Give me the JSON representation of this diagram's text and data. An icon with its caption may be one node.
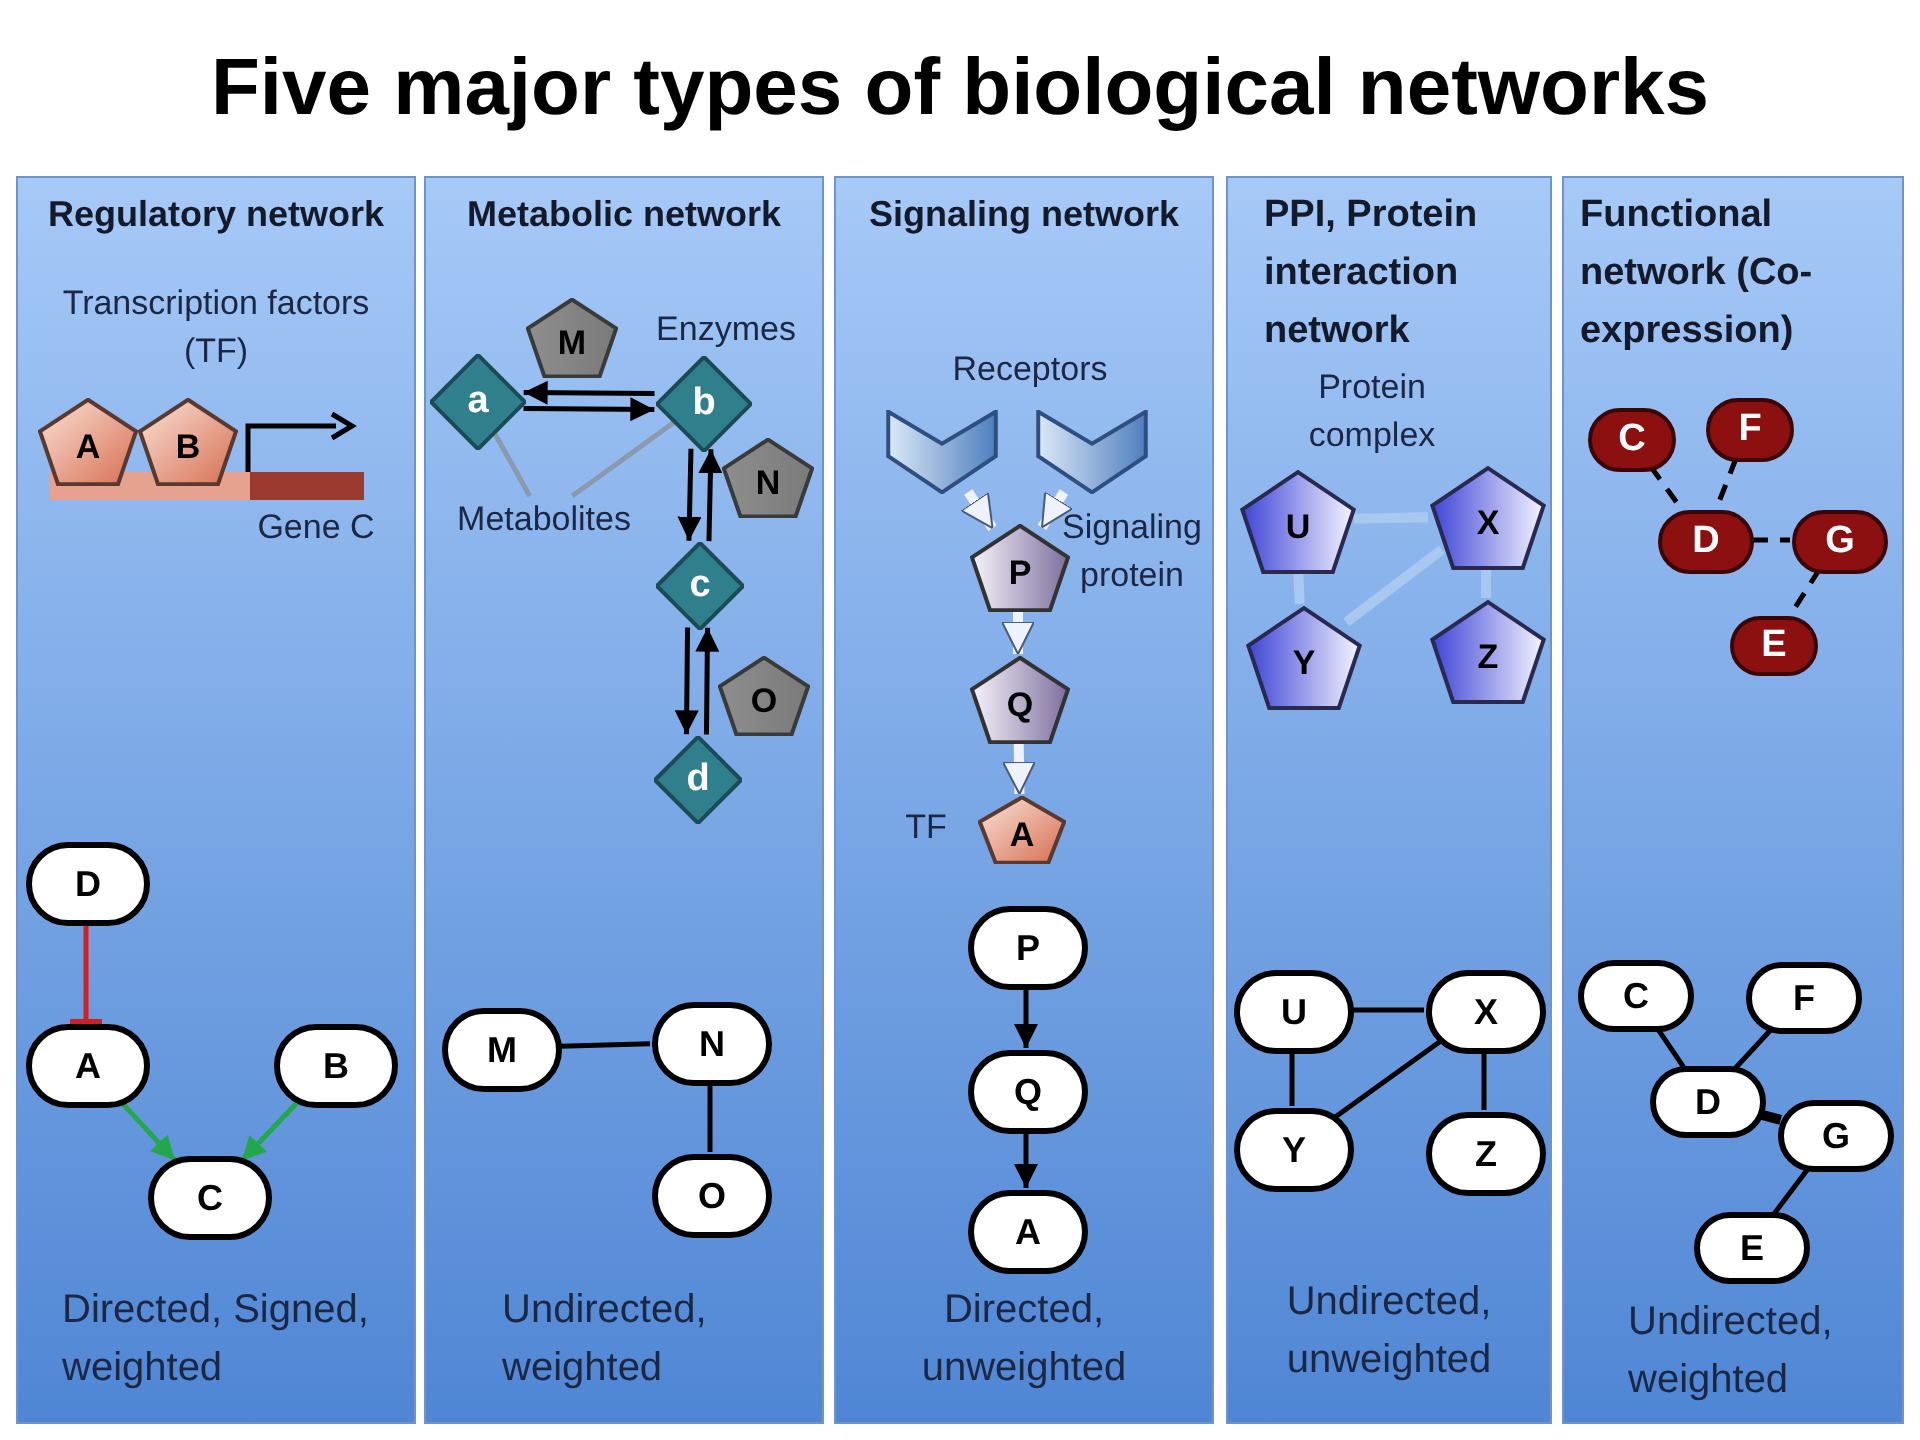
{
  "diagram": {
    "title": "Five major types of biological networks",
    "nodes": [
      {
        "text": [
          "Regulatory network",
          "Directed, Signed, weighted"
        ]
      },
      {
        "text": [
          "A"
        ],
        "in": 0
      },
      {
        "text": [
          "B"
        ],
        "in": 0
      },
      {
        "text": [
          "D"
        ],
        "in": 0
      },
      {
        "text": [
          "A"
        ],
        "in": 0
      },
      {
        "text": [
          "B"
        ],
        "in": 0
      },
      {
        "text": [
          "C"
        ],
        "in": 0
      },
      {
        "text": [
          "Metabolic network",
          "Undirected, weighted"
        ]
      },
      {
        "text": [
          "a"
        ],
        "in": 7
      },
      {
        "text": [
          "M"
        ],
        "in": 7
      },
      {
        "text": [
          "b"
        ],
        "in": 7
      },
      {
        "text": [
          "N"
        ],
        "in": 7
      },
      {
        "text": [
          "c"
        ],
        "in": 7
      },
      {
        "text": [
          "O"
        ],
        "in": 7
      },
      {
        "text": [
          "d"
        ],
        "in": 7
      },
      {
        "text": [
          "Metabolites"
        ],
        "in": 7
      },
      {
        "text": [
          "M"
        ],
        "in": 7
      },
      {
        "text": [
          "N"
        ],
        "in": 7
      },
      {
        "text": [
          "O"
        ],
        "in": 7
      },
      {
        "text": [
          "Signaling network",
          "Directed, unweighted"
        ]
      },
      {
        "text": [],
        "shape": "chevron",
        "in": 19
      },
      {
        "text": [],
        "shape": "chevron",
        "in": 19
      },
      {
        "text": [
          "P"
        ],
        "in": 19
      },
      {
        "text": [
          "Q"
        ],
        "in": 19
      },
      {
        "text": [
          "A"
        ],
        "in": 19
      },
      {
        "text": [
          "P"
        ],
        "in": 19
      },
      {
        "text": [
          "Q"
        ],
        "in": 19
      },
      {
        "text": [
          "A"
        ],
        "in": 19
      },
      {
        "text": [
          "PPI, Protein interaction network",
          "Undirected, unweighted"
        ]
      },
      {
        "text": [
          "U"
        ],
        "in": 28
      },
      {
        "text": [
          "X"
        ],
        "in": 28
      },
      {
        "text": [
          "Y"
        ],
        "in": 28
      },
      {
        "text": [
          "Z"
        ],
        "in": 28
      },
      {
        "text": [
          "U"
        ],
        "in": 28
      },
      {
        "text": [
          "X"
        ],
        "in": 28
      },
      {
        "text": [
          "Y"
        ],
        "in": 28
      },
      {
        "text": [
          "Z"
        ],
        "in": 28
      },
      {
        "text": [
          "Functional network (Co-expression)",
          "Undirected, weighted"
        ]
      },
      {
        "text": [
          "C"
        ],
        "in": 37
      },
      {
        "text": [
          "F"
        ],
        "in": 37
      },
      {
        "text": [
          "D"
        ],
        "in": 37
      },
      {
        "text": [
          "G"
        ],
        "in": 37
      },
      {
        "text": [
          "E"
        ],
        "in": 37
      },
      {
        "text": [
          "C"
        ],
        "in": 37
      },
      {
        "text": [
          "F"
        ],
        "in": 37
      },
      {
        "text": [
          "D"
        ],
        "in": 37
      },
      {
        "text": [
          "G"
        ],
        "in": 37
      },
      {
        "text": [
          "E"
        ],
        "in": 37
      }
    ],
    "edges": [
      {
        "from": 3,
        "to": 4,
        "arrow": "other",
        "color": "#d02020"
      },
      {
        "from": 4,
        "to": 6,
        "arrow": "to",
        "color": "#22a84a"
      },
      {
        "from": 5,
        "to": 6,
        "arrow": "to",
        "color": "#22a84a"
      },
      {
        "from": 10,
        "to": 8,
        "arrow": "to"
      },
      {
        "from": 8,
        "to": 10,
        "arrow": "to"
      },
      {
        "from": 15,
        "to": 8,
        "arrow": "none",
        "color": "#8a99ad"
      },
      {
        "from": 15,
        "to": 10,
        "arrow": "none",
        "color": "#8a99ad"
      },
      {
        "from": 10,
        "to": 12,
        "arrow": "to"
      },
      {
        "from": 12,
        "to": 10,
        "arrow": "to"
      },
      {
        "from": 12,
        "to": 14,
        "arrow": "to"
      },
      {
        "from": 14,
        "to": 12,
        "arrow": "to"
      },
      {
        "from": 16,
        "to": 17,
        "arrow": "none"
      },
      {
        "from": 17,
        "to": 18,
        "arrow": "none"
      },
      {
        "from": 20,
        "to": 22,
        "arrow": "to",
        "style": "thick",
        "color": "#eef2fa"
      },
      {
        "from": 21,
        "to": 22,
        "arrow": "to",
        "style": "thick",
        "color": "#eef2fa"
      },
      {
        "from": 22,
        "to": 23,
        "arrow": "to",
        "style": "thick",
        "color": "#eef2fa"
      },
      {
        "from": 23,
        "to": 24,
        "arrow": "to",
        "style": "thick",
        "color": "#eef2fa"
      },
      {
        "from": 25,
        "to": 26,
        "arrow": "to"
      },
      {
        "from": 26,
        "to": 27,
        "arrow": "to"
      },
      {
        "from": 29,
        "to": 30,
        "arrow": "none",
        "style": "thick",
        "color": "#a8c8f0"
      },
      {
        "from": 29,
        "to": 31,
        "arrow": "none",
        "style": "thick",
        "color": "#a8c8f0"
      },
      {
        "from": 30,
        "to": 31,
        "arrow": "none",
        "style": "thick",
        "color": "#a8c8f0"
      },
      {
        "from": 30,
        "to": 32,
        "arrow": "none",
        "style": "thick",
        "color": "#a8c8f0"
      },
      {
        "from": 33,
        "to": 34,
        "arrow": "none"
      },
      {
        "from": 33,
        "to": 35,
        "arrow": "none"
      },
      {
        "from": 34,
        "to": 35,
        "arrow": "none"
      },
      {
        "from": 34,
        "to": 36,
        "arrow": "none"
      },
      {
        "from": 38,
        "to": 40,
        "arrow": "none",
        "style": "dashed"
      },
      {
        "from": 39,
        "to": 40,
        "arrow": "none",
        "style": "dashed"
      },
      {
        "from": 40,
        "to": 41,
        "arrow": "none",
        "style": "dashed"
      },
      {
        "from": 41,
        "to": 42,
        "arrow": "none",
        "style": "dashed"
      },
      {
        "from": 43,
        "to": 45,
        "arrow": "none"
      },
      {
        "from": 44,
        "to": 45,
        "arrow": "none"
      },
      {
        "from": 45,
        "to": 46,
        "arrow": "none",
        "style": "thick"
      },
      {
        "from": 46,
        "to": 47,
        "arrow": "none"
      }
    ],
    "labels": [
      "Transcription factors (TF)",
      "Gene C",
      "Enzymes",
      "Receptors",
      "Signaling protein",
      "TF",
      "Protein complex"
    ]
  }
}
